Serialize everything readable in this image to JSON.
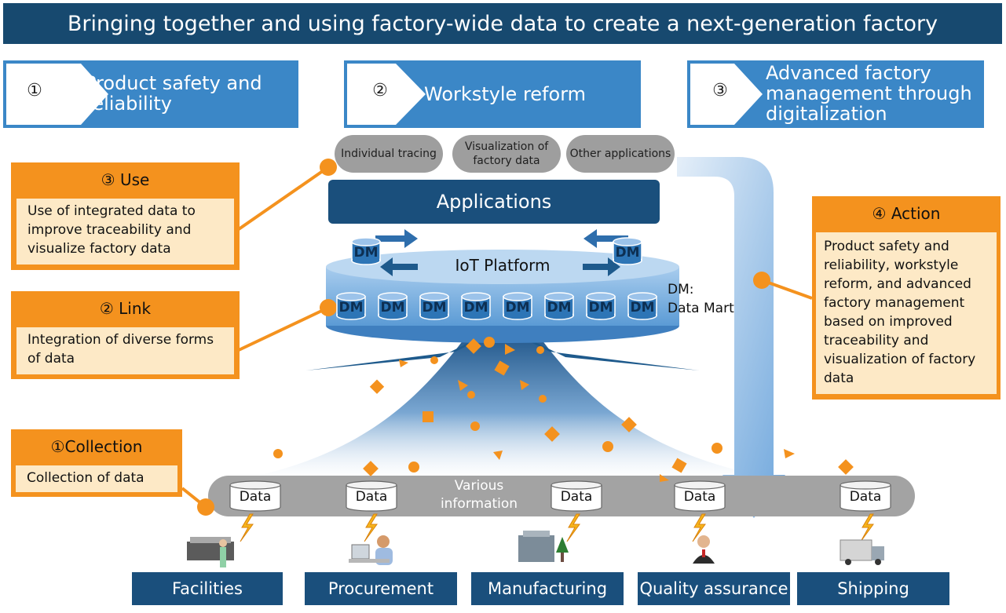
{
  "title": "Bringing together and using factory-wide data to create a next-generation factory",
  "goals": [
    {
      "num": "①",
      "label": "Product safety and reliability"
    },
    {
      "num": "②",
      "label": "Workstyle reform"
    },
    {
      "num": "③",
      "label": "Advanced factory management through digitalization"
    }
  ],
  "apps": [
    "Individual tracing",
    "Visualization of factory data",
    "Other applications"
  ],
  "applications_label": "Applications",
  "platform_label": "IoT Platform",
  "dm_text": "DM",
  "dm_legend": [
    "DM:",
    "Data Mart"
  ],
  "data_text": "Data",
  "various_information": "Various information",
  "steps": {
    "use": {
      "head": "③ Use",
      "desc": "Use of integrated data to improve traceability and visualize factory data"
    },
    "link": {
      "head": "② Link",
      "desc": "Integration of diverse forms of data"
    },
    "collection": {
      "head": "①Collection",
      "desc": "Collection of data"
    },
    "action": {
      "head": "④ Action",
      "desc": "Product safety and reliability, workstyle reform, and advanced factory management based on improved traceability and visualization of factory data"
    }
  },
  "sources": [
    "Facilities",
    "Procurement",
    "Manufacturing",
    "Quality assurance",
    "Shipping"
  ],
  "colors": {
    "navy": "#17496f",
    "blue": "#3b87c7",
    "orange": "#f4921e",
    "cream": "#fde9c6",
    "gray": "#9e9e9e"
  }
}
